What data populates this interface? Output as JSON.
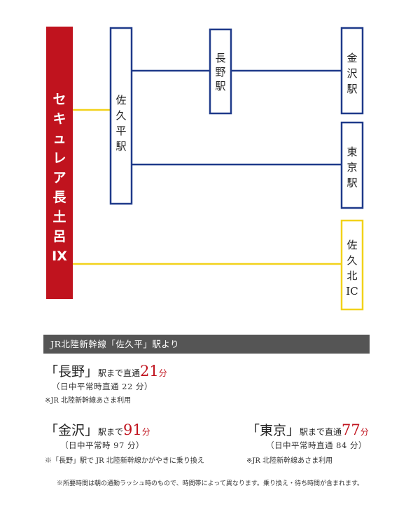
{
  "diagram": {
    "origin": "セキュレア長土呂IX",
    "nodes": {
      "sakudaira": "佐久平駅",
      "nagano": "長野駅",
      "kanazawa": "金沢駅",
      "tokyo": "東京駅",
      "sakukita": "佐久北IC"
    },
    "colors": {
      "origin_fill": "#c0131e",
      "rail_line": "#1f3a8a",
      "road_line": "#f2d21b"
    }
  },
  "route_header": "JR北陸新幹線「佐久平」駅より",
  "destinations": {
    "nagano": {
      "name": "「長野」",
      "suffix": "駅まで直通",
      "minutes": "21",
      "unit": "分",
      "sub": "（日中平常時直通 22 分）",
      "note": "※JR 北陸新幹線あさま利用"
    },
    "kanazawa": {
      "name": "「金沢」",
      "suffix": "駅まで",
      "minutes": "91",
      "unit": "分",
      "sub": "（日中平常時 97 分）",
      "note": "※「長野」駅で JR 北陸新幹線かがやきに乗り換え"
    },
    "tokyo": {
      "name": "「東京」",
      "suffix": "駅まで直通",
      "minutes": "77",
      "unit": "分",
      "sub": "（日中平常時直通 84 分）",
      "note": "※JR 北陸新幹線あさま利用"
    }
  },
  "footnote": "※所要時間は朝の通勤ラッシュ時のもので、時間帯によって異なります。乗り換え・待ち時間が含まれます。"
}
